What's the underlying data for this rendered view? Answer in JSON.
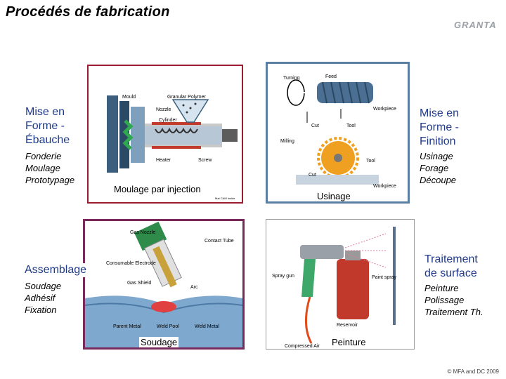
{
  "header": {
    "title": "Procédés de fabrication",
    "logo": "GRANTA"
  },
  "sections": {
    "ebauche": {
      "heading_lines": [
        "Mise en",
        "Forme -",
        "Ébauche"
      ],
      "items": [
        "Fonderie",
        "Moulage",
        "Prototypage"
      ]
    },
    "finition": {
      "heading_lines": [
        "Mise en",
        "Forme -",
        "Finition"
      ],
      "items": [
        "Usinage",
        "Forage",
        "Découpe"
      ]
    },
    "assemblage": {
      "heading": "Assemblage",
      "items": [
        "Soudage",
        "Adhésif",
        "Fixation"
      ]
    },
    "surface": {
      "heading_lines": [
        "Traitement",
        "de surface"
      ],
      "items": [
        "Peinture",
        "Polissage",
        "Traitement Th."
      ]
    }
  },
  "panels": {
    "injection": {
      "caption": "Moulage par injection",
      "labels": {
        "mould": "Mould",
        "granular": "Granular Polymer",
        "nozzle": "Nozzle",
        "cylinder": "Cylinder",
        "heater": "Heater",
        "screw": "Screw"
      },
      "credit": "Mat CAM Inside"
    },
    "usinage": {
      "caption": "Usinage",
      "labels": {
        "turning": "Turning",
        "feed": "Feed",
        "workpiece_top": "Workpiece",
        "cut_top": "Cut",
        "tool_top": "Tool",
        "milling": "Milling",
        "tool_mid": "Tool",
        "cut_bottom": "Cut",
        "workpiece_bottom": "Workpiece"
      }
    },
    "soudage": {
      "caption": "Soudage",
      "labels": {
        "gas_nozzle": "Gas Nozzle",
        "contact_tube": "Contact Tube",
        "consumable": "Consumable Electrode",
        "gas_shield": "Gas Shield",
        "arc": "Arc",
        "parent_metal": "Parent Metal",
        "weld_pool": "Weld Pool",
        "weld_metal": "Weld Metal"
      }
    },
    "peinture": {
      "caption": "Peinture",
      "labels": {
        "spray_gun": "Spray gun",
        "paint_spray": "Paint spray",
        "reservoir": "Reservoir",
        "compressed_air": "Compressed Air"
      }
    }
  },
  "colors": {
    "heading": "#1f3a8a",
    "frame_red": "#9b1b30",
    "frame_blue": "#5b7ea3",
    "frame_purple": "#7a2a5a",
    "frame_grey": "#9a9a9a"
  },
  "footer": {
    "copyright": "© MFA and DC 2009"
  }
}
